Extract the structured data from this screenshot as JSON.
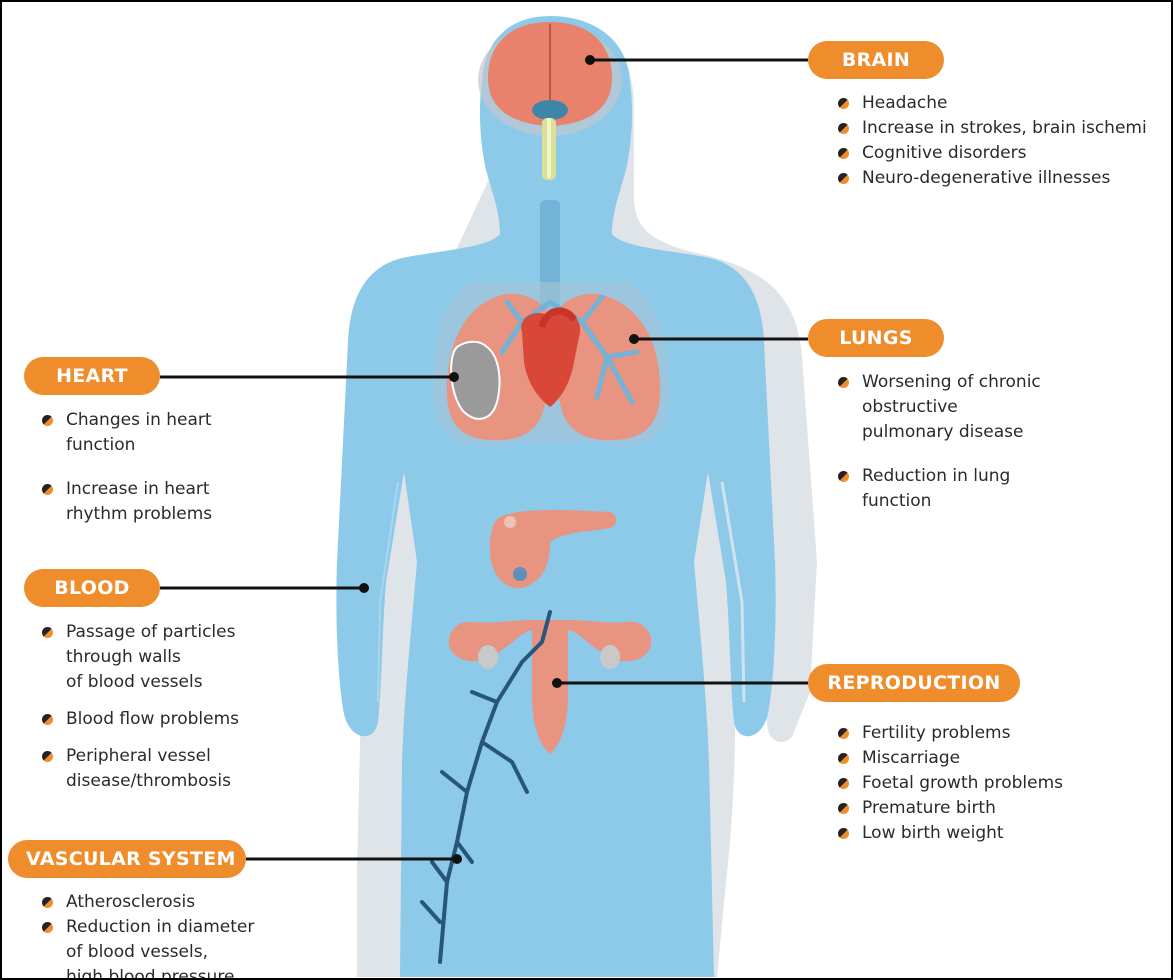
{
  "colors": {
    "accent": "#ef8c2c",
    "body": "#8dcaea",
    "body_shadow": "#dde3e8",
    "organ": "#e89480",
    "vessel": "#28557c",
    "connector": "#111111"
  },
  "sections": {
    "brain": {
      "label": "BRAIN",
      "items": [
        "Headache",
        "Increase in strokes, brain ischemi",
        "Cognitive disorders",
        "Neuro-degenerative illnesses"
      ]
    },
    "lungs": {
      "label": "LUNGS",
      "items": [
        "Worsening of chronic\nobstructive\npulmonary disease",
        "Reduction in lung\nfunction"
      ]
    },
    "heart": {
      "label": "HEART",
      "items": [
        "Changes in heart\nfunction",
        "Increase in heart\nrhythm problems"
      ]
    },
    "blood": {
      "label": "BLOOD",
      "items": [
        "Passage of particles\nthrough walls\nof blood vessels",
        "Blood flow problems",
        "Peripheral vessel\ndisease/thrombosis"
      ]
    },
    "reproduction": {
      "label": "REPRODUCTION",
      "items": [
        "Fertility problems",
        "Miscarriage",
        "Foetal growth problems",
        "Premature birth",
        "Low birth weight"
      ]
    },
    "vascular": {
      "label": "VASCULAR SYSTEM",
      "items": [
        "Atherosclerosis",
        "Reduction in diameter\nof blood vessels,\nhigh blood pressure"
      ]
    }
  }
}
